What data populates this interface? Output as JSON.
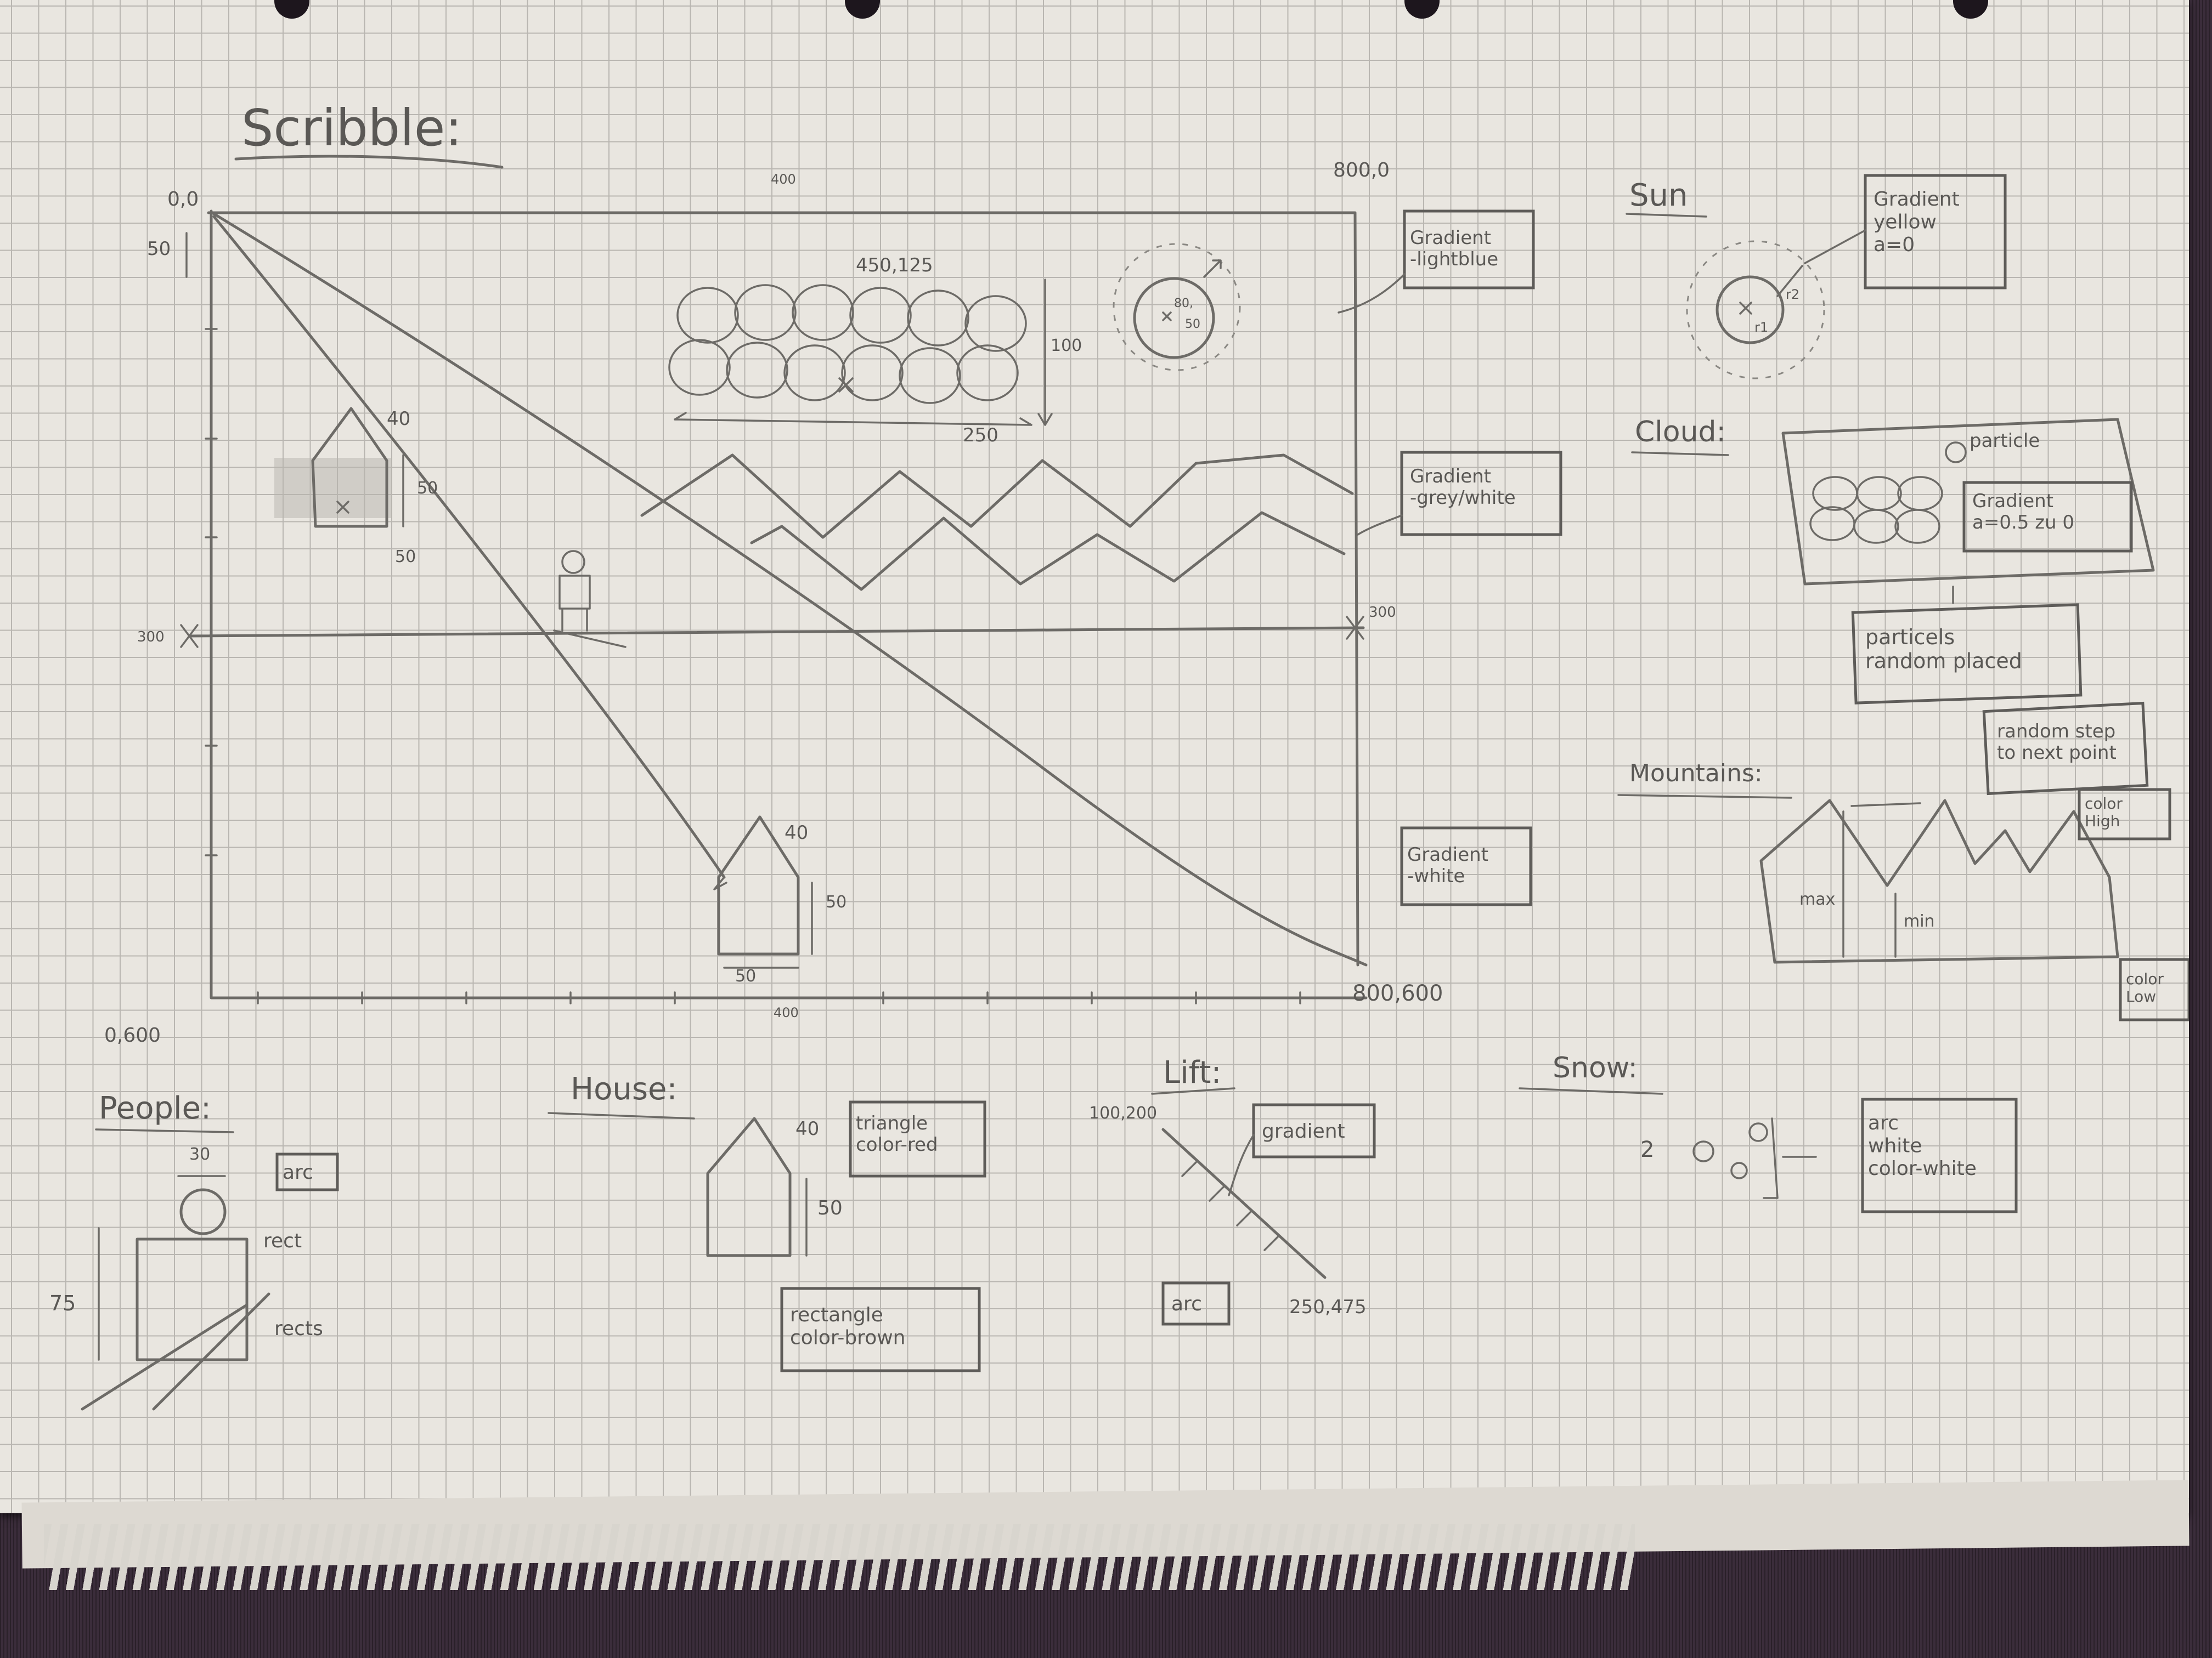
{
  "title": "Scribble:",
  "canvas": {
    "corner_top_left": "0,0",
    "corner_top_right": "800,0",
    "corner_bottom_left": "0,600",
    "corner_bottom_right": "800,600",
    "top_tick": "400",
    "bottom_tick": "400",
    "left_marker": "300",
    "right_marker": "300",
    "dim_50": "50",
    "cloud_pos": "450,125",
    "cloud_width": "250",
    "cloud_height": "100",
    "sun_x": "80,",
    "sun_y": "50",
    "house_top_roof": "40",
    "house_top_wall": "50",
    "house_top_base": "50",
    "house_low_roof": "40",
    "house_low_wall": "50",
    "house_low_base": "50",
    "note_lightblue": "Gradient\n-lightblue",
    "note_greywhite": "Gradient\n-grey/white",
    "note_white": "Gradient\n-white"
  },
  "legend": {
    "sun": {
      "heading": "Sun",
      "note": "Gradient\nyellow\na=0",
      "r1": "r1",
      "r2": "r2"
    },
    "cloud": {
      "heading": "Cloud:",
      "particle": "particle",
      "note": "Gradient\na=0.5 zu 0",
      "particles_note": "particels\nrandom placed"
    },
    "mountains": {
      "heading": "Mountains:",
      "step_note": "random step\nto next point",
      "color_high": "color\nHigh",
      "color_low": "color\nLow",
      "max": "max",
      "min": "min"
    },
    "people": {
      "heading": "People:",
      "width": "30",
      "height": "75",
      "arc": "arc",
      "rect": "rect",
      "rects": "rects"
    },
    "house": {
      "heading": "House:",
      "roof": "40",
      "wall": "50",
      "triangle_note": "triangle\ncolor-red",
      "rect_note": "rectangle\ncolor-brown"
    },
    "lift": {
      "heading": "Lift:",
      "start": "100,200",
      "end": "250,475",
      "gradient": "gradient",
      "arc": "arc"
    },
    "snow": {
      "heading": "Snow:",
      "size": "2",
      "note": "arc\nwhite\ncolor-white"
    }
  }
}
